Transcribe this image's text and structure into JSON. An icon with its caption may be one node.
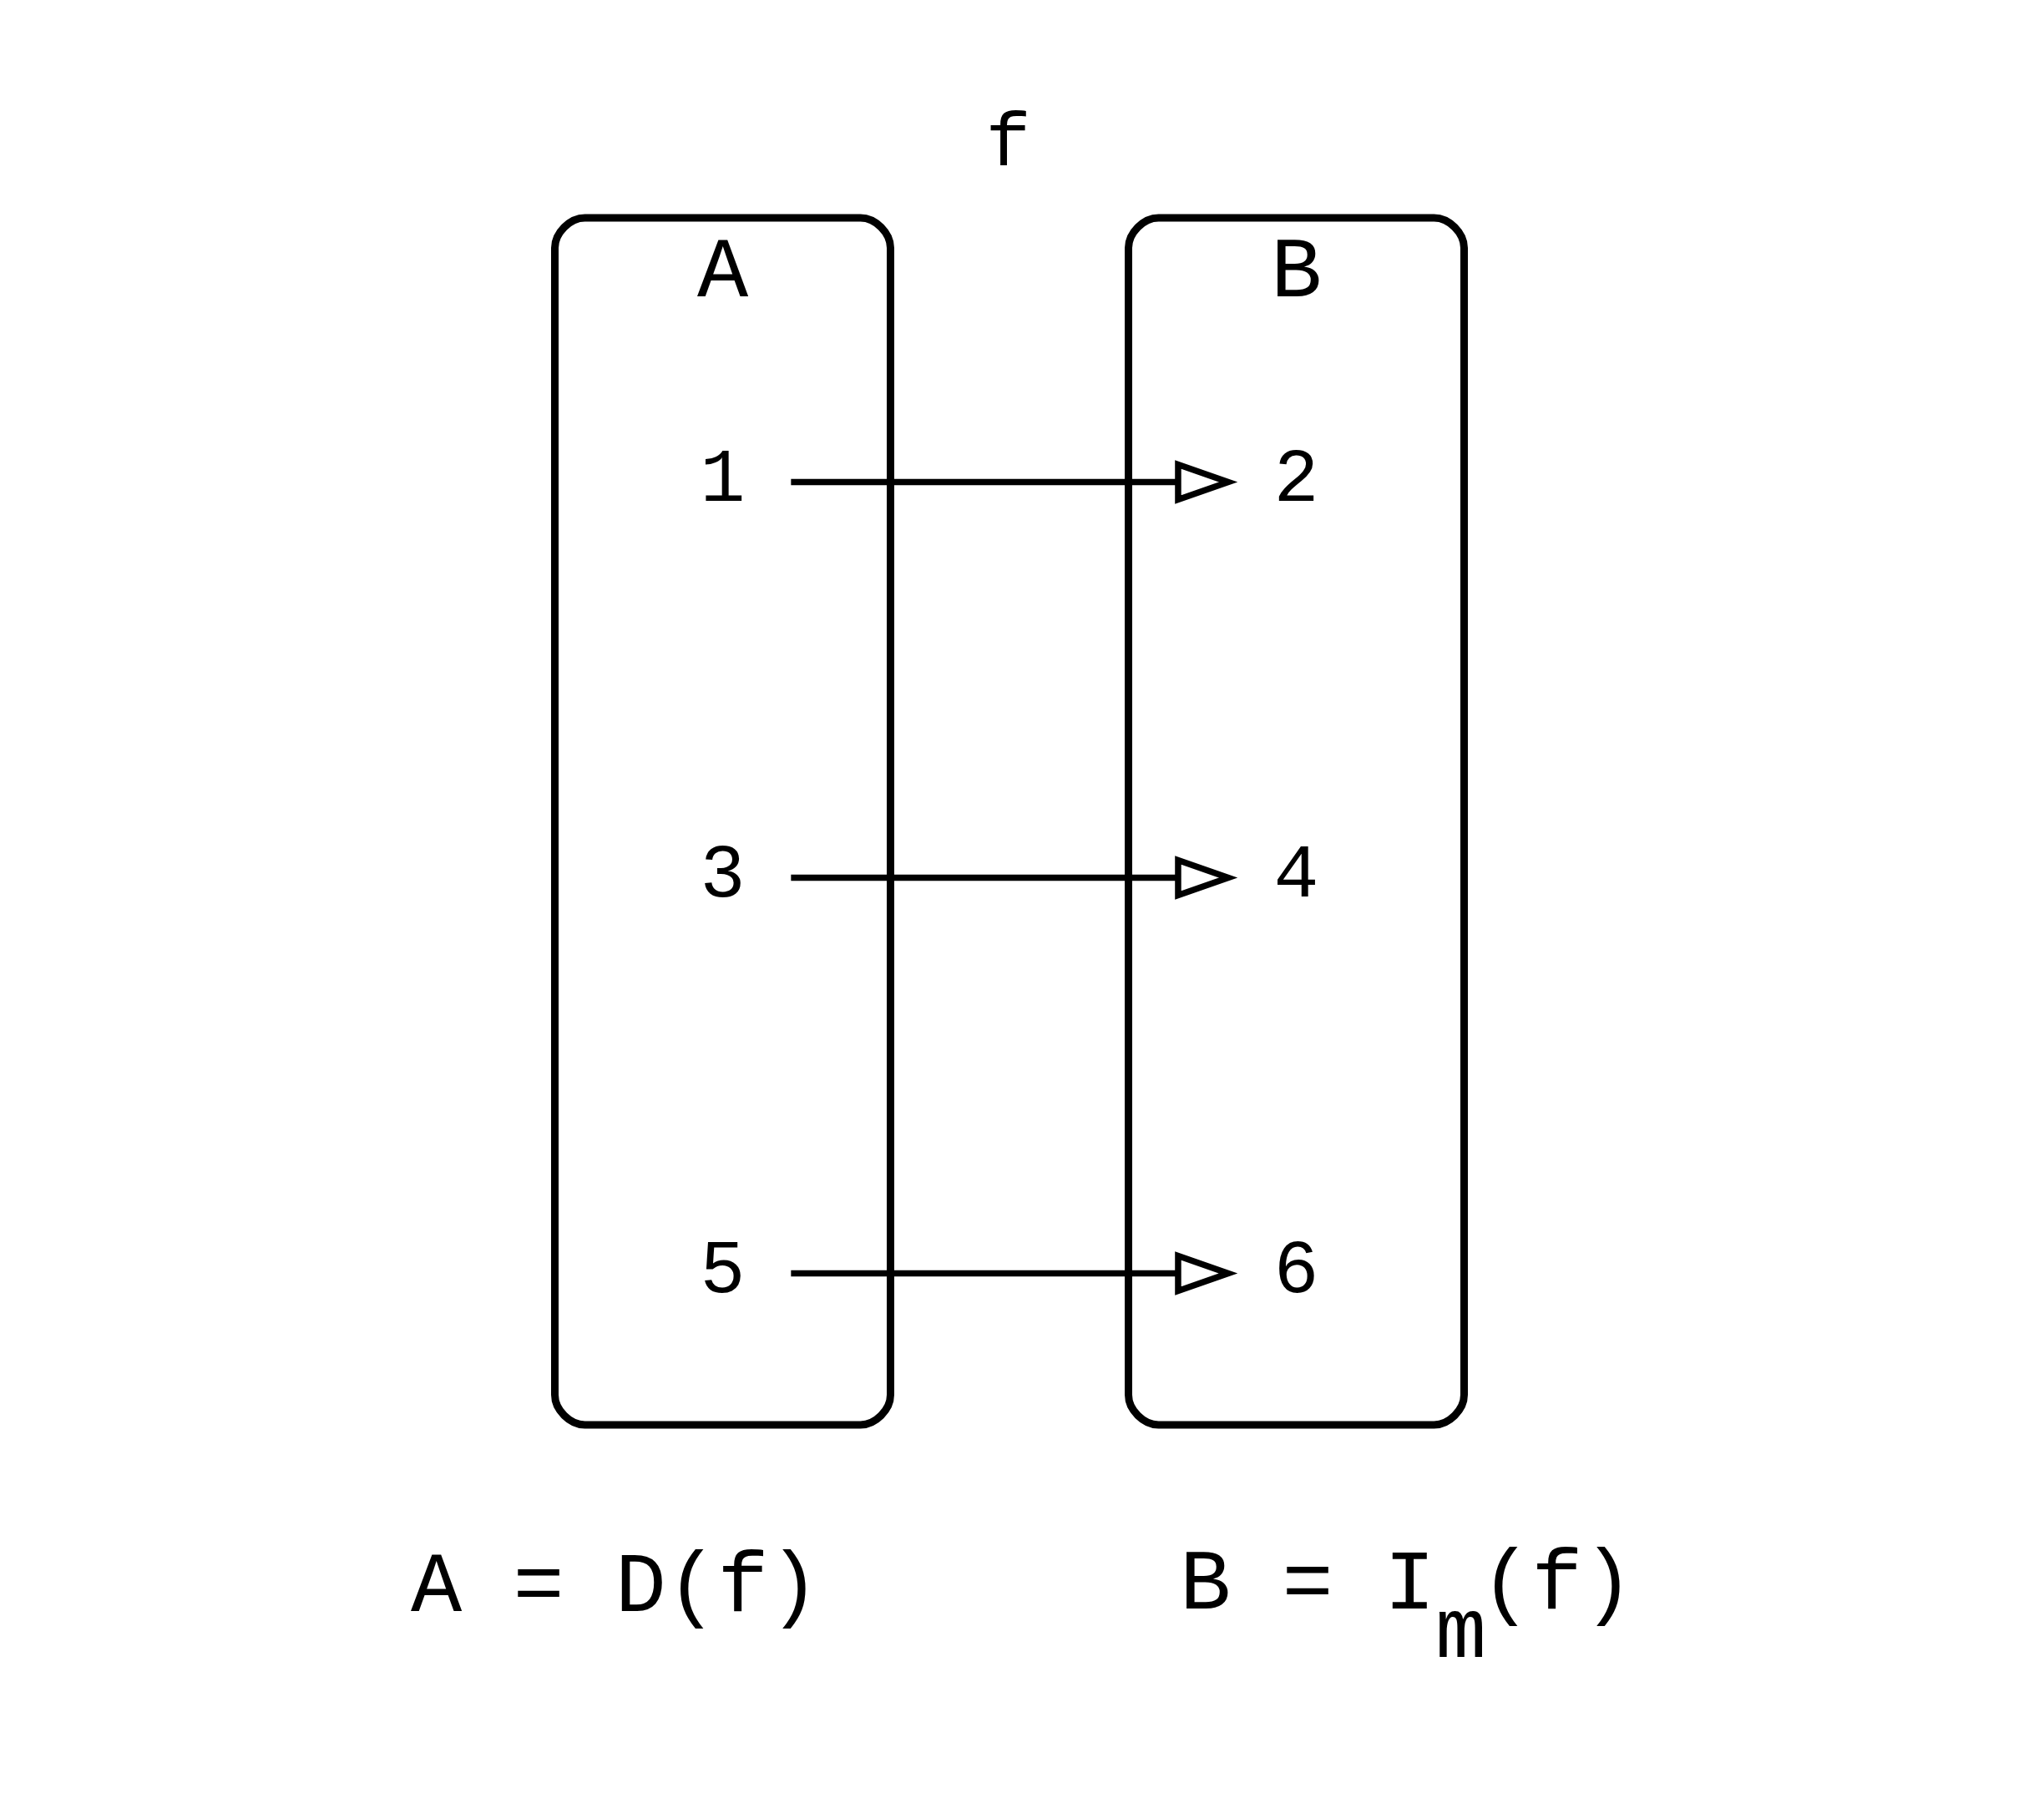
{
  "diagram": {
    "nodes": [
      {
        "text": [
          "A"
        ]
      },
      {
        "text": [
          "1"
        ],
        "in": 0
      },
      {
        "text": [
          "3"
        ],
        "in": 0
      },
      {
        "text": [
          "5"
        ],
        "in": 0
      },
      {
        "text": [
          "B"
        ]
      },
      {
        "text": [
          "2"
        ],
        "in": 4
      },
      {
        "text": [
          "4"
        ],
        "in": 4
      },
      {
        "text": [
          "6"
        ],
        "in": 4
      }
    ],
    "edges": [
      {
        "from": 1,
        "to": 5,
        "arrow": "to"
      },
      {
        "from": 2,
        "to": 6,
        "arrow": "to"
      },
      {
        "from": 3,
        "to": 7,
        "arrow": "to"
      }
    ],
    "labels": [
      "f",
      "A = D(f)",
      "B = I$_{m}$(f)"
    ]
  }
}
